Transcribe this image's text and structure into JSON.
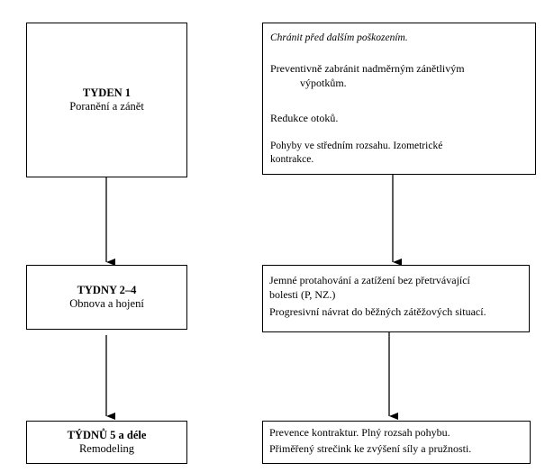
{
  "phases": [
    {
      "title": "TYDEN  1",
      "subtitle": "Poranění a zánět"
    },
    {
      "title": "TYDNY  2–4",
      "subtitle": "Obnova a hojení"
    },
    {
      "title": "TÝDNŮ  5 a déle",
      "subtitle": "Remodeling"
    }
  ],
  "goals": [
    {
      "lines": [
        "Chránit před dalším poškozením.",
        "Preventivně  zabránit  nadměrným zánětlivým",
        "výpotkům.",
        "Redukce otoků.",
        "Pohyby ve středním rozsahu. Izometrické",
        "kontrakce."
      ]
    },
    {
      "lines": [
        "Jemné protahování a zatížení bez přetrvávající",
        "bolesti (P, NZ.)",
        "Progresivní návrat do běžných zátěžových  situací."
      ]
    },
    {
      "lines": [
        "Prevence kontraktur. Plný rozsah pohybu.",
        "Přiměřený strečink ke zvýšení  síly a pružnosti."
      ]
    }
  ]
}
